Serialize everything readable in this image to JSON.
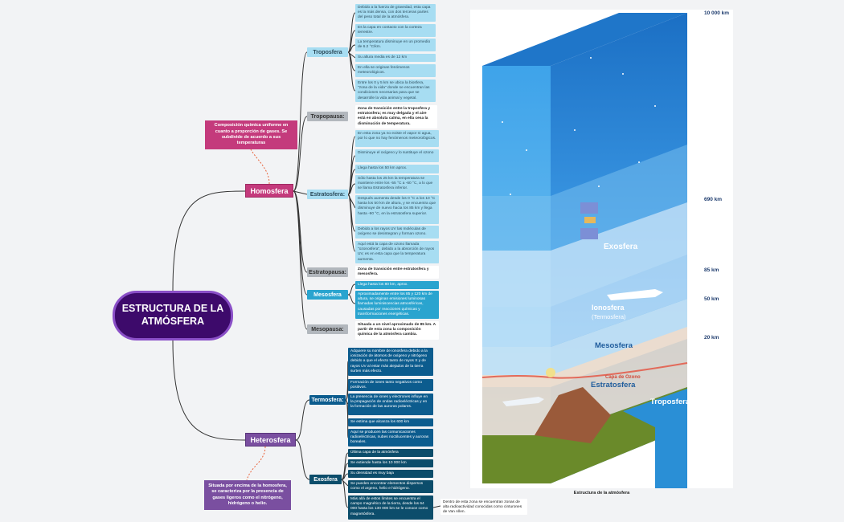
{
  "root": {
    "label": "ESTRUCTURA DE LA ATMÓSFERA"
  },
  "homosfera": {
    "label": "Homosfera",
    "note": "Composición química uniforme en cuanto a proporción de gases. Se subdivide de acuerdo a sus temperaturas",
    "troposfera": {
      "label": "Troposfera",
      "items": [
        "Debido a la fuerza de gravedad, esta capa es la más densa, con dos terceras partes del peso total de la atmósfera.",
        "Es la capa en contacto con la corteza terrestre.",
        "La temperatura disminuye en un promedio de 6.2 °C/km.",
        "Su altura media es de 12 km",
        "En ella se originan fenómenos meteorológicos.",
        "Entre los 0 y 5 km se ubica la biosfera, \"zona de la vida\" donde se encuentran las condiciones necesarias para que se desarrolle la vida animal y vegetal."
      ]
    },
    "tropopausa": {
      "label": "Tropopausa:",
      "text": "Zona de transición entre la troposfera y estratosfera; es muy delgada y el aire está en absoluta calma, en ella cesa la disminución de temperatura."
    },
    "estratosfera": {
      "label": "Estratosfera:",
      "items": [
        "En esta zona ya no existe el vapor ni agua, por lo que no hay fenómenos meteorológicos.",
        "Disminuye el oxígeno y lo sustituye el ozono",
        "Llega hasta los 50 km aprox.",
        "Sólo hasta los 25 km la temperatura se mantiene entre los -55 °C a -60 °C, a lo que se llama Estratosfera inferior.",
        "Después aumenta desde los 0 °C a los 10 °C hasta los 50 km de altura, y se encuentra que disminuye de nuevo hacia los 85 km y llega hasta -90 °C, en la estratosfera superior.",
        "Debido a los rayos UV las moléculas de oxígeno se desintegran y forman ozono.",
        "Aquí está la capa de ozono llamada \"ozonosfera\", debido a la absorción de rayos UV, es en esta capa que la temperatura aumenta."
      ]
    },
    "estratopausa": {
      "label": "Estratopausa:",
      "text": "Zona de transición entre estratosfera y mesosfera."
    },
    "mesosfera": {
      "label": "Mesosfera",
      "items": [
        "Llega hasta los 80 km, aprox.",
        "Aproximadamente entre los 85 y 120 km de altura, se originan emisiones luminosas llamadas luminiscencias atmosféricas, causadas por reacciones químicas y transformaciones energéticas."
      ]
    },
    "mesopausa": {
      "label": "Mesopausa:",
      "text": "Situada a un nivel aproximado de 85 km. A partir de esta zona la composición química de la atmósfera cambia."
    }
  },
  "heterosfera": {
    "label": "Heterosfera",
    "note": "Situada por encima de la homosfera, se caracteriza por la presencia de gases ligeros como el nitrógeno, hidrógeno o helio.",
    "termosfera": {
      "label": "Termosfera:",
      "items": [
        "Adquiere su nombre de ionosfera debido a la ionización de átomos de oxígeno y nitrógeno debido a que el efecto tanto de rayos X y de rayos UV al estar más alejados de la tierra surten más efecto.",
        "Formación de iones tanto negativos como positivos.",
        "La presencia de iones y electrones influye en la propagación de ondas radioeléctricas y en la formación de las auroras polares.",
        "Se estima que alcanza los 600 km",
        "Aquí se producen las comunicaciones radioeléctricas, nubes noctilucentes y auroras boreales."
      ]
    },
    "exosfera": {
      "label": "Exosfera",
      "items": [
        "Última capa de la atmósfera",
        "Se extiende hasta los 10 000 km",
        "Su densidad es muy baja",
        "Se pueden encontrar elementos dispersos como el argeno, helio e hidrógeno.",
        "Más allá de estos límites se encuentra el campo magnético de la tierra, desde los 64 000 hasta los 130 000 km se le conoce como magnetósfera."
      ],
      "extra": "Dentro de esta zona se encuentran zonas de alta radioactividad conocidas como cinturones de Van Allen."
    }
  },
  "image": {
    "caption": "Estructura de la atmósfera",
    "altitudes": [
      "10 000 km",
      "690 km",
      "85 km",
      "50 km",
      "20 km"
    ],
    "layers": {
      "exosfera": "Exosfera",
      "ionosfera": "Ionosfera",
      "termosfera": "(Termosfera)",
      "mesosfera": "Mesosfera",
      "ozono": "Capa de Ozono",
      "estratosfera": "Estratosfera",
      "troposfera": "Troposfera"
    }
  },
  "colors": {
    "root": "#3d0a6b",
    "homosfera": "#c43a7c",
    "heterosfera": "#7a4fa0",
    "light": "#a7ddf2",
    "dark": "#0c5c8e"
  }
}
